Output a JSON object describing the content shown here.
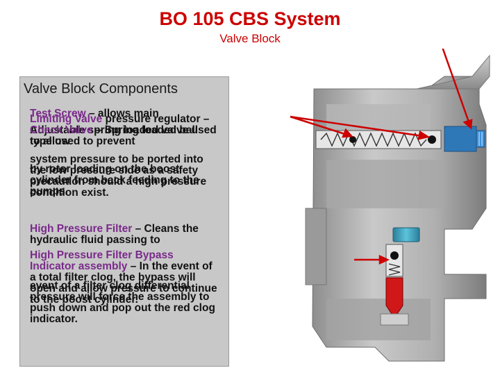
{
  "slide": {
    "title": "BO 105 CBS System",
    "subtitle": "Valve Block"
  },
  "panel": {
    "heading": "Valve Block Components",
    "test_screw_label": "Test Screw",
    "test_screw_text": " – allows main",
    "limiting_valve_label": "Limiting Valve",
    "limiting_valve_text": " pressure regulator – Adjustable spring loaded valve used to allow",
    "check_valve_label": "Check Valve",
    "check_valve_text": " – Spring loaded ball type used to prevent",
    "pressure_fragment": "system pressure to be ported into the low pressure side as a safety precaution should a high pressure condition exist.",
    "loading_fragment": "by rotor loading on the boost cylinder from back feeding to the pumps.",
    "hpf_label": "High Pressure Filter",
    "hpf_text": " – Cleans the hydraulic fluid passing to",
    "hpfb_label": "High Pressure Filter Bypass Indicator assembly",
    "hpfb_text": " – In the event of a total filter clog, the bypass will open and allow pressure to continue to the boost cylinder.",
    "clog_fragment": "event of a filter clog differential pressure will force the assembly to push down and pop out the red clog indicator."
  },
  "colors": {
    "title": "#cc0000",
    "label": "#7a2a8a",
    "arrow": "#cc0000",
    "panel": "#c8c8c8"
  }
}
